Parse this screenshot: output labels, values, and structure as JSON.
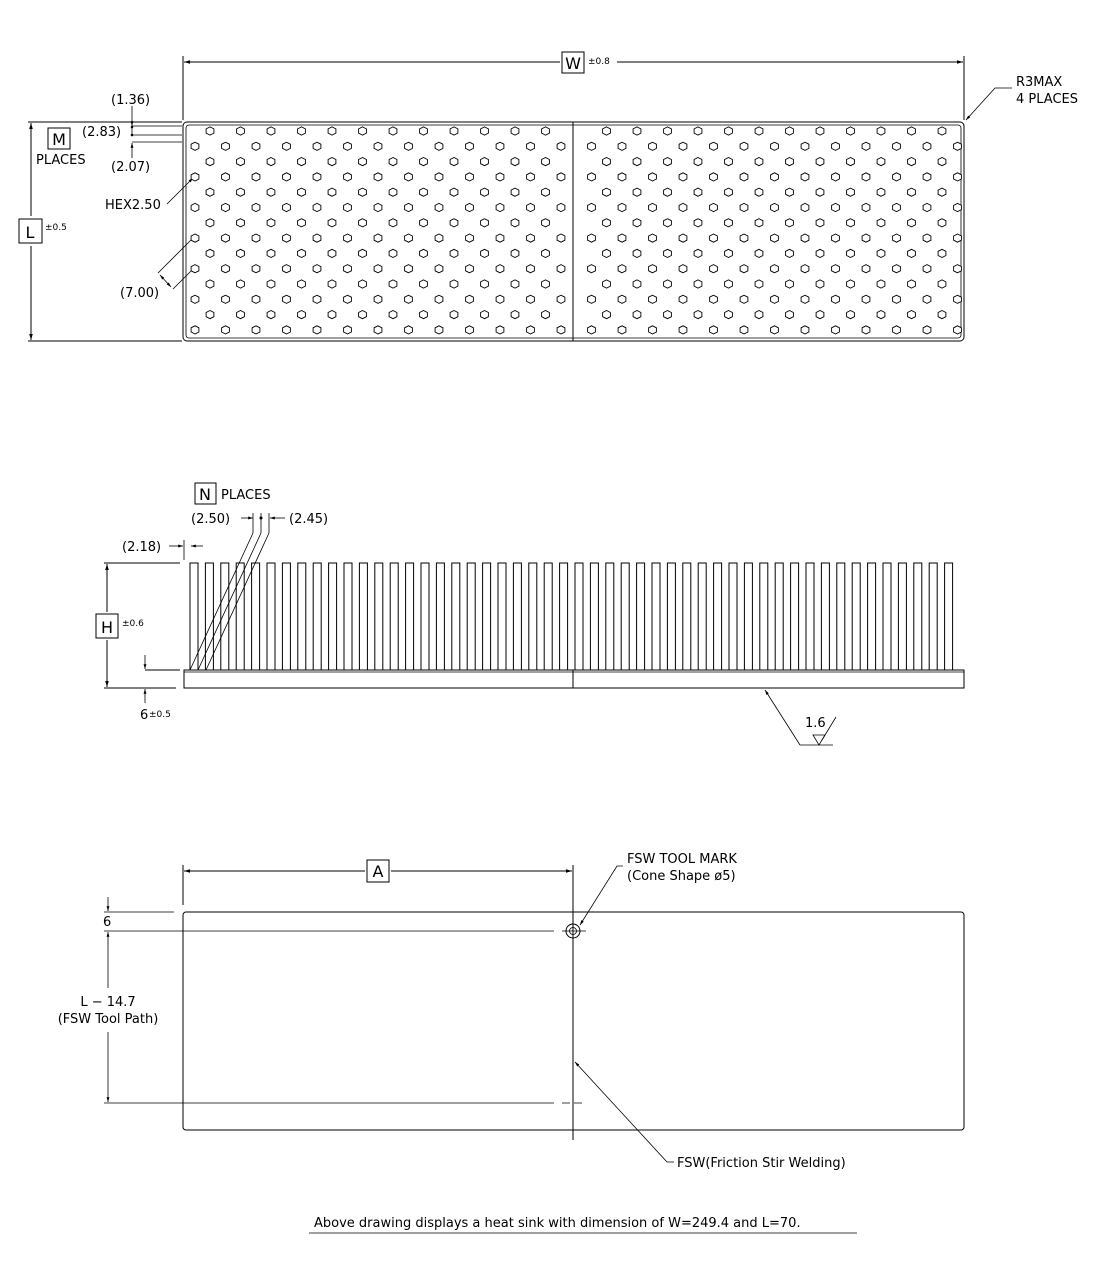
{
  "drawing": {
    "title": "Heat sink engineering drawing",
    "colors": {
      "line": "#000000",
      "background": "#ffffff"
    }
  },
  "top_view": {
    "width_label": "W",
    "width_tol": "±0.8",
    "length_label": "L",
    "length_tol": "±0.5",
    "corner_note_1": "R3MAX",
    "corner_note_2": "4 PLACES",
    "m_label": "M",
    "m_places": "PLACES",
    "dim_1_36": "(1.36)",
    "dim_2_83": "(2.83)",
    "dim_2_07": "(2.07)",
    "hex_label": "HEX2.50",
    "pitch_label": "(7.00)"
  },
  "side_view": {
    "n_label": "N",
    "n_places": "PLACES",
    "fin_gap": "(2.50)",
    "fin_thickness": "(2.45)",
    "edge_offset": "(2.18)",
    "height_label": "H",
    "height_tol": "±0.6",
    "base_thk": "6",
    "base_tol": "±0.5",
    "surface_finish": "1.6"
  },
  "bottom_view": {
    "a_label": "A",
    "tool_mark_1": "FSW TOOL MARK",
    "tool_mark_2": "(Cone Shape ø5)",
    "offset_6": "6",
    "path_1": "L − 14.7",
    "path_2": "(FSW Tool Path)",
    "fsw_note": "FSW(Friction Stir Welding)"
  },
  "footer": {
    "caption": "Above drawing displays a heat sink with dimension of W=249.4 and L=70."
  }
}
